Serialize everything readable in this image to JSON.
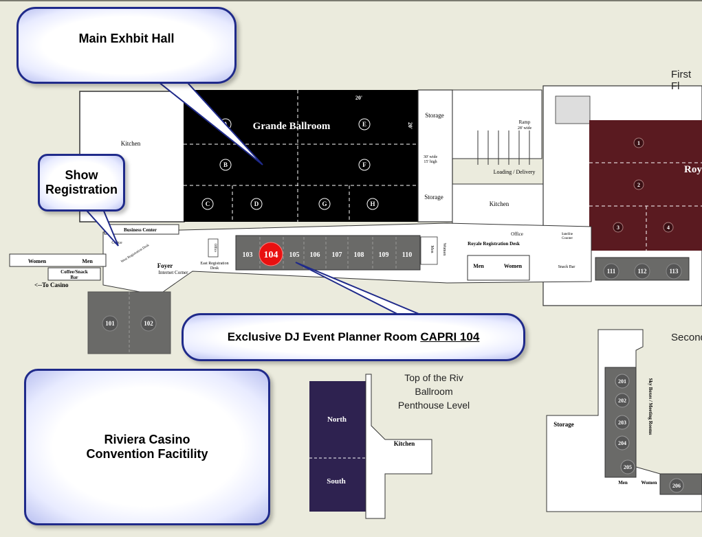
{
  "callouts": {
    "main_hall": "Main Exhbit Hall",
    "show_reg_line1": "Show",
    "show_reg_line2": "Registration",
    "dj_prefix": "Exclusive DJ Event Planner Room ",
    "dj_room": "CAPRI 104",
    "riviera_line1": "Riviera Casino",
    "riviera_line2": "Convention Facitility"
  },
  "labels": {
    "first_floor": "First Fl",
    "second_floor": "Second",
    "top_riv_1": "Top of the Riv",
    "top_riv_2": "Ballroom",
    "top_riv_3": "Penthouse Level",
    "kitchen": "Kitchen",
    "grande": "Grande Ballroom",
    "storage": "Storage",
    "wide": "30' wide",
    "high": "15' high",
    "ramp": "Ramp",
    "ramp_wide": "28' wide",
    "loading": "Loading / Delivery",
    "royale": "Royale",
    "business_center": "Business Center",
    "office": "Office",
    "west_reg": "West Registration Desk",
    "women": "Women",
    "men": "Men",
    "coffee": "Coffee/Snack",
    "bar": "Bar",
    "to_casino": "<--To Casino",
    "foyer": "Foyer",
    "internet": "Internet Corner",
    "east_reg": "East Registration",
    "desk": "Desk",
    "royale_reg": "Royale Registration Desk",
    "satellite": "Satellite",
    "counter": "Counter",
    "snack_bar": "Snack Bar",
    "north": "North",
    "south": "South",
    "sky_boxes": "Sky Boxes / Meeting Rooms",
    "dim_20": "20'"
  },
  "grande_sections": [
    "A",
    "E",
    "B",
    "F",
    "C",
    "D",
    "G",
    "H"
  ],
  "royale_sections": [
    "1",
    "2",
    "3",
    "4"
  ],
  "capri_rooms": [
    "103",
    "104",
    "105",
    "106",
    "107",
    "108",
    "109",
    "110"
  ],
  "rooms_111": [
    "111",
    "112",
    "113"
  ],
  "rooms_101": [
    "101",
    "102"
  ],
  "sky_rooms": [
    "201",
    "202",
    "203",
    "204",
    "205",
    "206"
  ],
  "colors": {
    "background": "#ebebdd",
    "grande": "#000000",
    "royale": "#5a1a20",
    "room_gray": "#6a6a68",
    "highlight": "#e81010",
    "penthouse": "#2e2250",
    "callout_border": "#1f2a8a"
  }
}
